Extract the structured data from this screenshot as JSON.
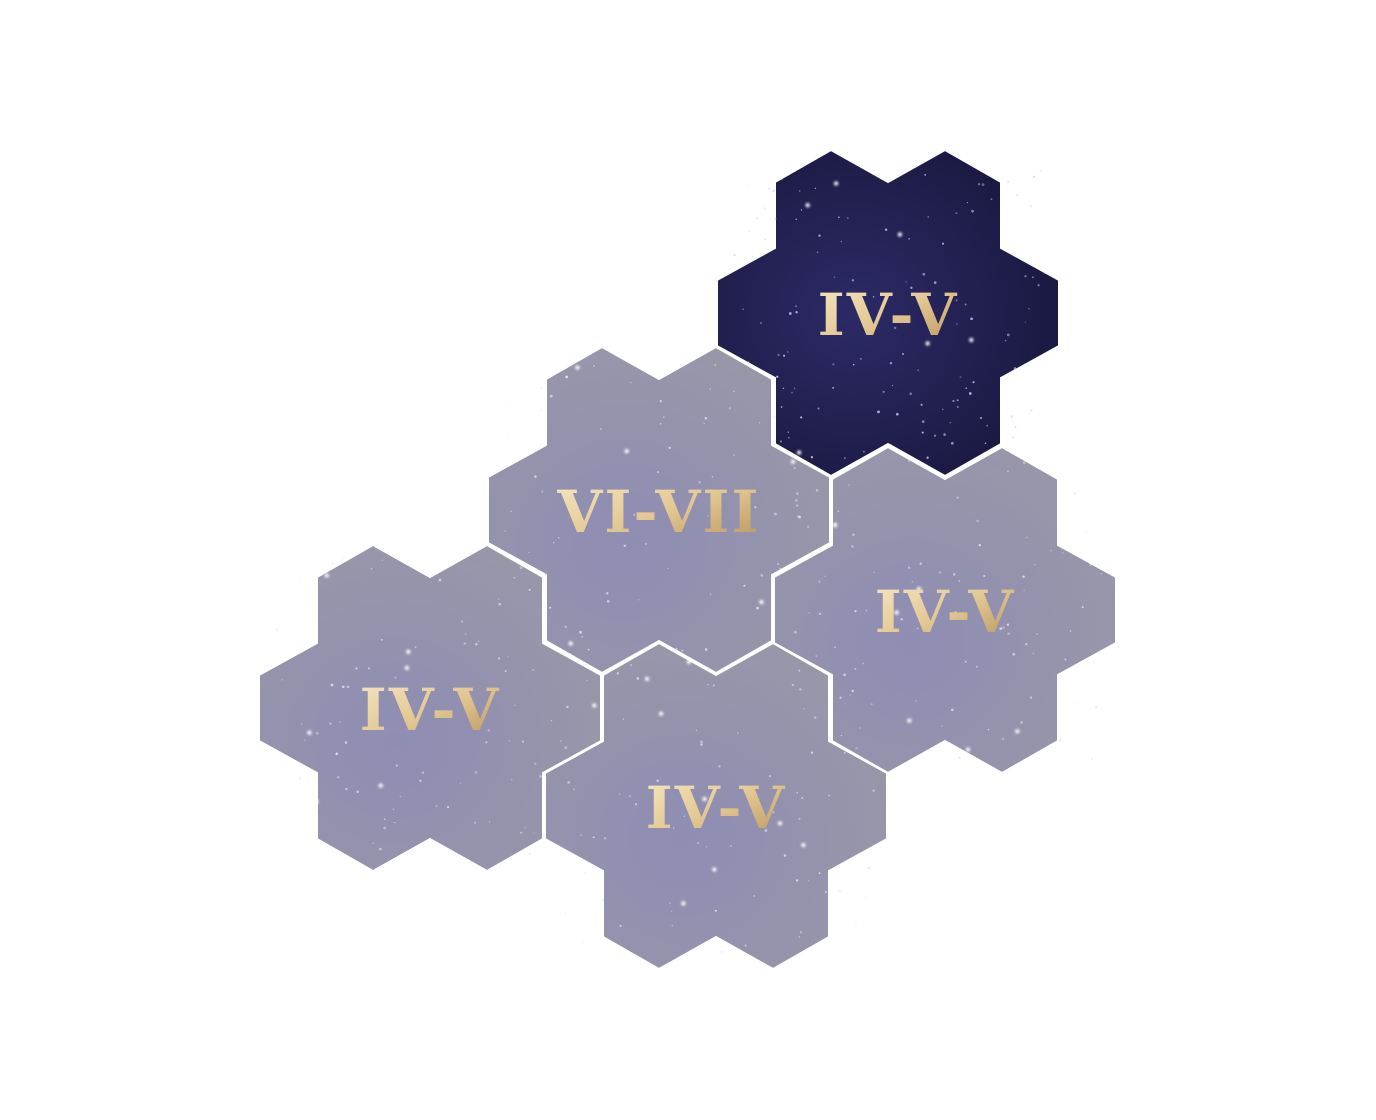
{
  "tiles": [
    {
      "label": "IV-V",
      "state": "selected"
    },
    {
      "label": "VI-VII",
      "state": "default"
    },
    {
      "label": "IV-V",
      "state": "default"
    },
    {
      "label": "IV-V",
      "state": "default"
    },
    {
      "label": "IV-V",
      "state": "default"
    }
  ],
  "colors": {
    "background": "#ffffff",
    "tile_selected": "#22204f",
    "tile_default": "#8f8da6",
    "label_gold_light": "#f6e7c4",
    "label_gold_dark": "#b8935a",
    "tile_border": "#ffffff"
  }
}
